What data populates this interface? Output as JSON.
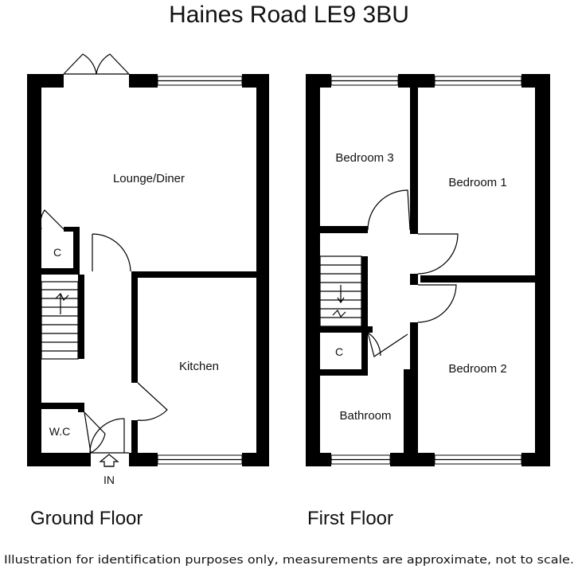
{
  "title": "Haines Road LE9 3BU",
  "ground_floor": {
    "label": "Ground Floor",
    "rooms": {
      "lounge": "Lounge/Diner",
      "kitchen": "Kitchen",
      "cupboard": "C",
      "wc": "W.C"
    },
    "entrance": "IN"
  },
  "first_floor": {
    "label": "First Floor",
    "rooms": {
      "bedroom3": "Bedroom 3",
      "bedroom1": "Bedroom 1",
      "bedroom2": "Bedroom 2",
      "bathroom": "Bathroom",
      "cupboard": "C"
    }
  },
  "disclaimer": "Illustration for identification purposes only, measurements are approximate, not to scale."
}
